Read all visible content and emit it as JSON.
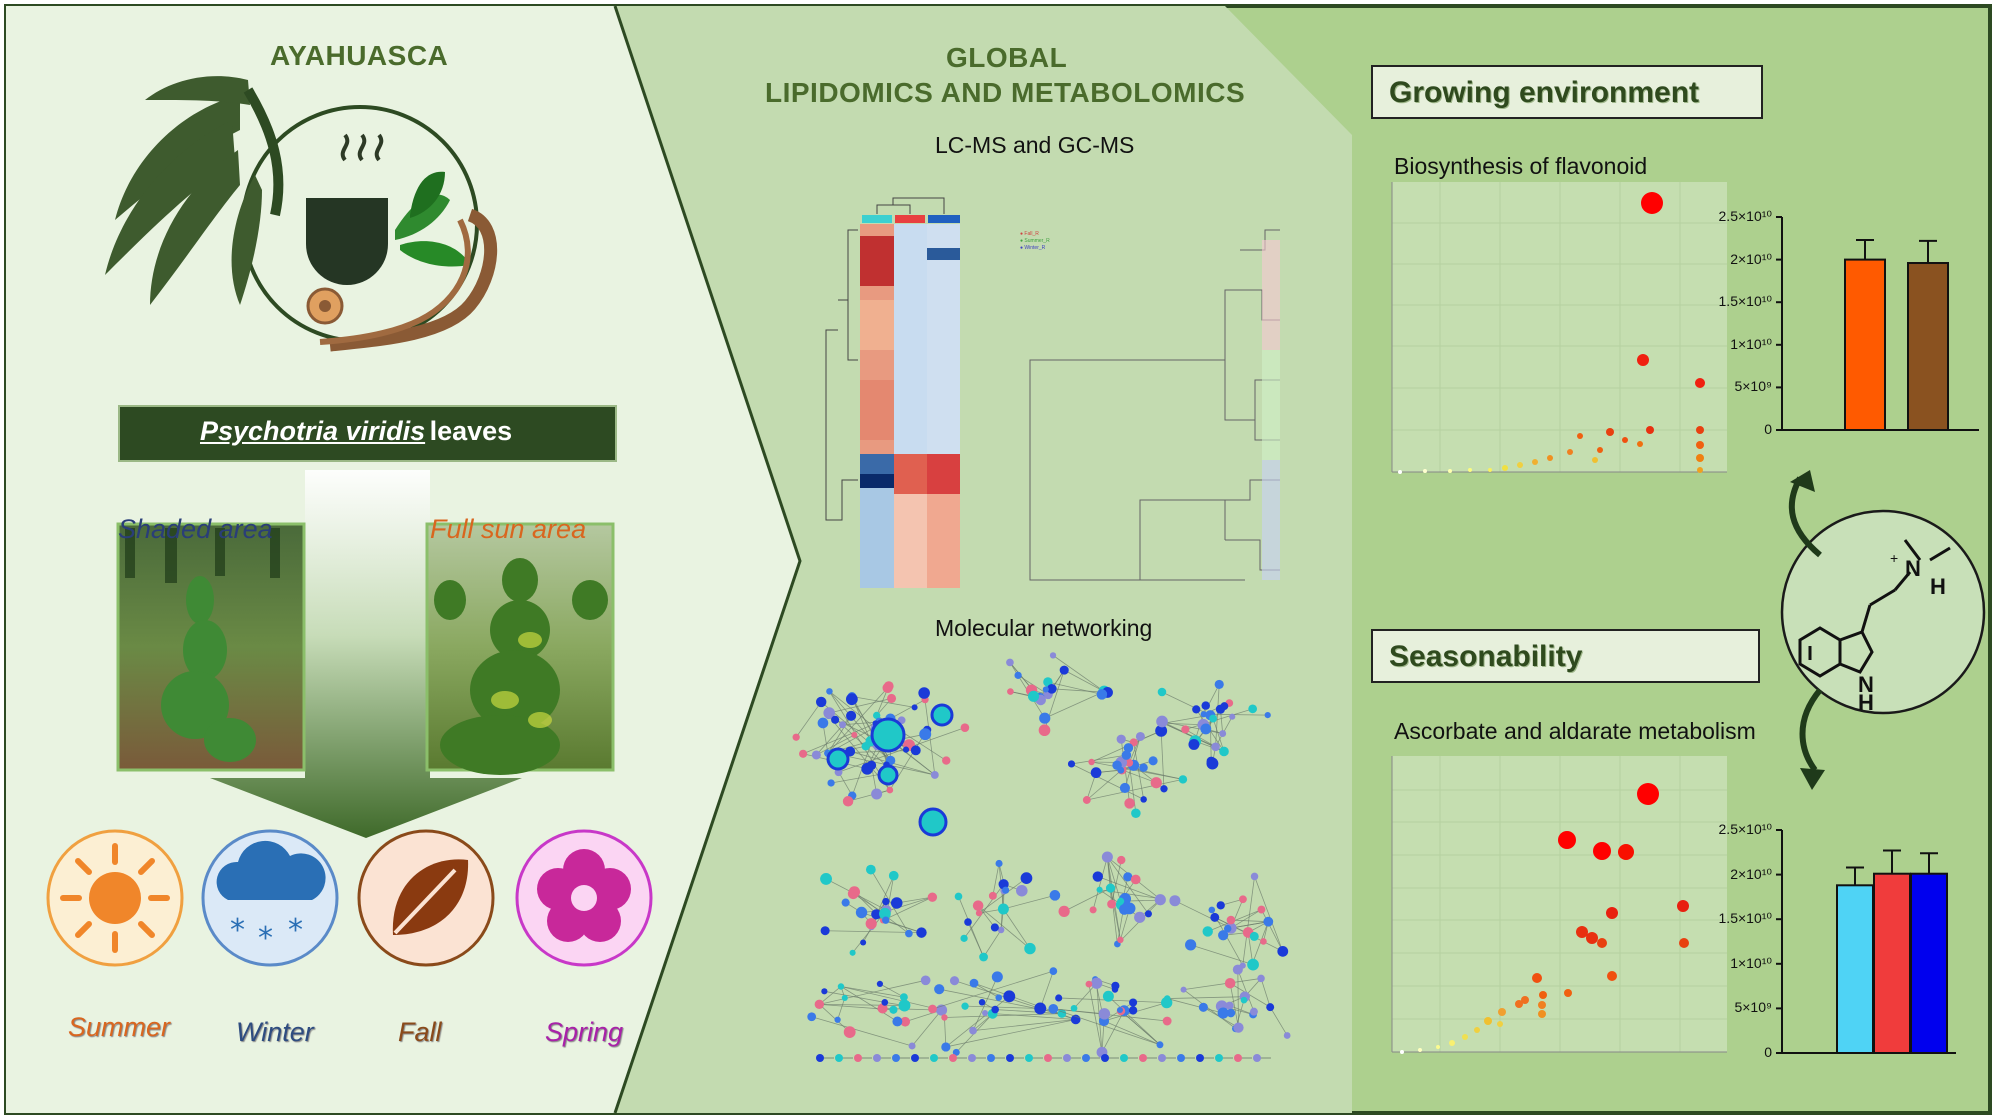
{
  "left_panel": {
    "title": "AYAHUASCA",
    "banner_species": "Psychotria viridis",
    "banner_suffix": "leaves",
    "shaded_label": "Shaded area",
    "sun_label": "Full sun area",
    "seasons": [
      "Summer",
      "Winter",
      "Fall",
      "Spring"
    ]
  },
  "middle_panel": {
    "title_line1": "GLOBAL",
    "title_line2": "LIPIDOMICS AND METABOLOMICS",
    "method": "LC-MS and GC-MS",
    "network_title": "Molecular networking"
  },
  "right_panel": {
    "growing_label": "Growing environment",
    "flavonoid_title": "Biosynthesis of flavonoid",
    "season_label": "Seasonability",
    "ascorbate_title": "Ascorbate and aldarate metabolism"
  },
  "colors": {
    "left_bg": "#e9f3e1",
    "mid_bg": "#c3dbb0",
    "right_bg": "#add08e",
    "dark_green": "#2d4a22",
    "summer": "#d9661f",
    "winter": "#2e4c80",
    "fall": "#8a4a1a",
    "spring": "#a821a8"
  },
  "chart_data": [
    {
      "type": "bar",
      "categories": [
        "",
        ""
      ],
      "values": [
        20000000000,
        19600000000
      ],
      "errors": [
        2300000000,
        2600000000
      ],
      "colors": [
        "#ff5a00",
        "#8a5220"
      ],
      "ylim": [
        0,
        25000000000
      ],
      "ytick_labels": [
        "0",
        "5×10⁹",
        "1×10¹⁰",
        "1.5×10¹⁰",
        "2×10¹⁰",
        "2.5×10¹⁰"
      ]
    },
    {
      "type": "bar",
      "categories": [
        "",
        "",
        ""
      ],
      "values": [
        18800000000,
        20100000000,
        20100000000
      ],
      "errors": [
        2000000000,
        2600000000,
        2300000000
      ],
      "colors": [
        "#4fd3f5",
        "#f03c3c",
        "#0000ee"
      ],
      "ylim": [
        0,
        25000000000
      ],
      "ytick_labels": [
        "0",
        "5×10⁹",
        "1×10¹⁰",
        "1.5×10¹⁰",
        "2×10¹⁰",
        "2.5×10¹⁰"
      ]
    }
  ]
}
